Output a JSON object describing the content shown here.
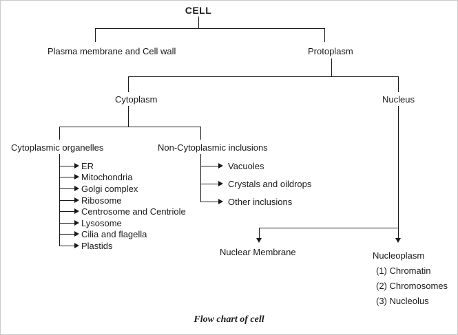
{
  "root": {
    "title": "CELL"
  },
  "nodes": {
    "plasma_membrane": "Plasma membrane and Cell wall",
    "protoplasm": "Protoplasm",
    "cytoplasm": "Cytoplasm",
    "nucleus": "Nucleus",
    "cytoplasmic_organelles": "Cytoplasmic organelles",
    "non_cytoplasmic_inclusions": "Non-Cytoplasmic inclusions",
    "nuclear_membrane": "Nuclear Membrane",
    "nucleoplasm": "Nucleoplasm"
  },
  "organelle_items": [
    "ER",
    "Mitochondria",
    "Golgi complex",
    "Ribosome",
    "Centrosome and Centriole",
    "Lysosome",
    "Cilia and flagella",
    "Plastids"
  ],
  "inclusion_items": [
    "Vacuoles",
    "Crystals and oildrops",
    "Other inclusions"
  ],
  "nucleoplasm_items": [
    "(1) Chromatin",
    "(2) Chromosomes",
    "(3) Nucleolus"
  ],
  "caption": "Flow chart of cell"
}
